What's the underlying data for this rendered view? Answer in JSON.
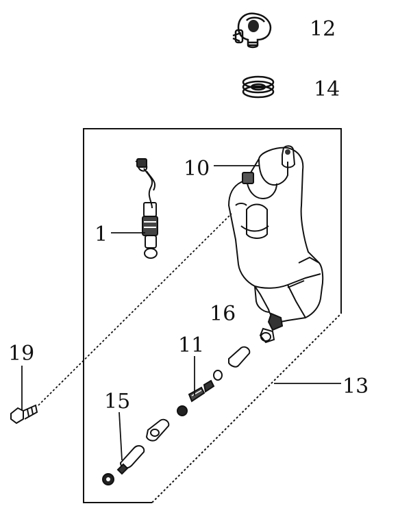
{
  "parts": [
    {
      "key": "p12",
      "label": "12",
      "icon": "cap-icon"
    },
    {
      "key": "p14",
      "label": "14",
      "icon": "seal-ring-icon"
    },
    {
      "key": "p10",
      "label": "10",
      "icon": "reservoir-icon"
    },
    {
      "key": "p1",
      "label": "1",
      "icon": "level-sensor-icon"
    },
    {
      "key": "p16",
      "label": "16",
      "icon": "outlet-icon"
    },
    {
      "key": "p11",
      "label": "11",
      "icon": "hose-icon"
    },
    {
      "key": "p13",
      "label": "13",
      "icon": "assembly-frame-icon"
    },
    {
      "key": "p15",
      "label": "15",
      "icon": "pump-icon"
    },
    {
      "key": "p19",
      "label": "19",
      "icon": "bolt-icon"
    }
  ]
}
